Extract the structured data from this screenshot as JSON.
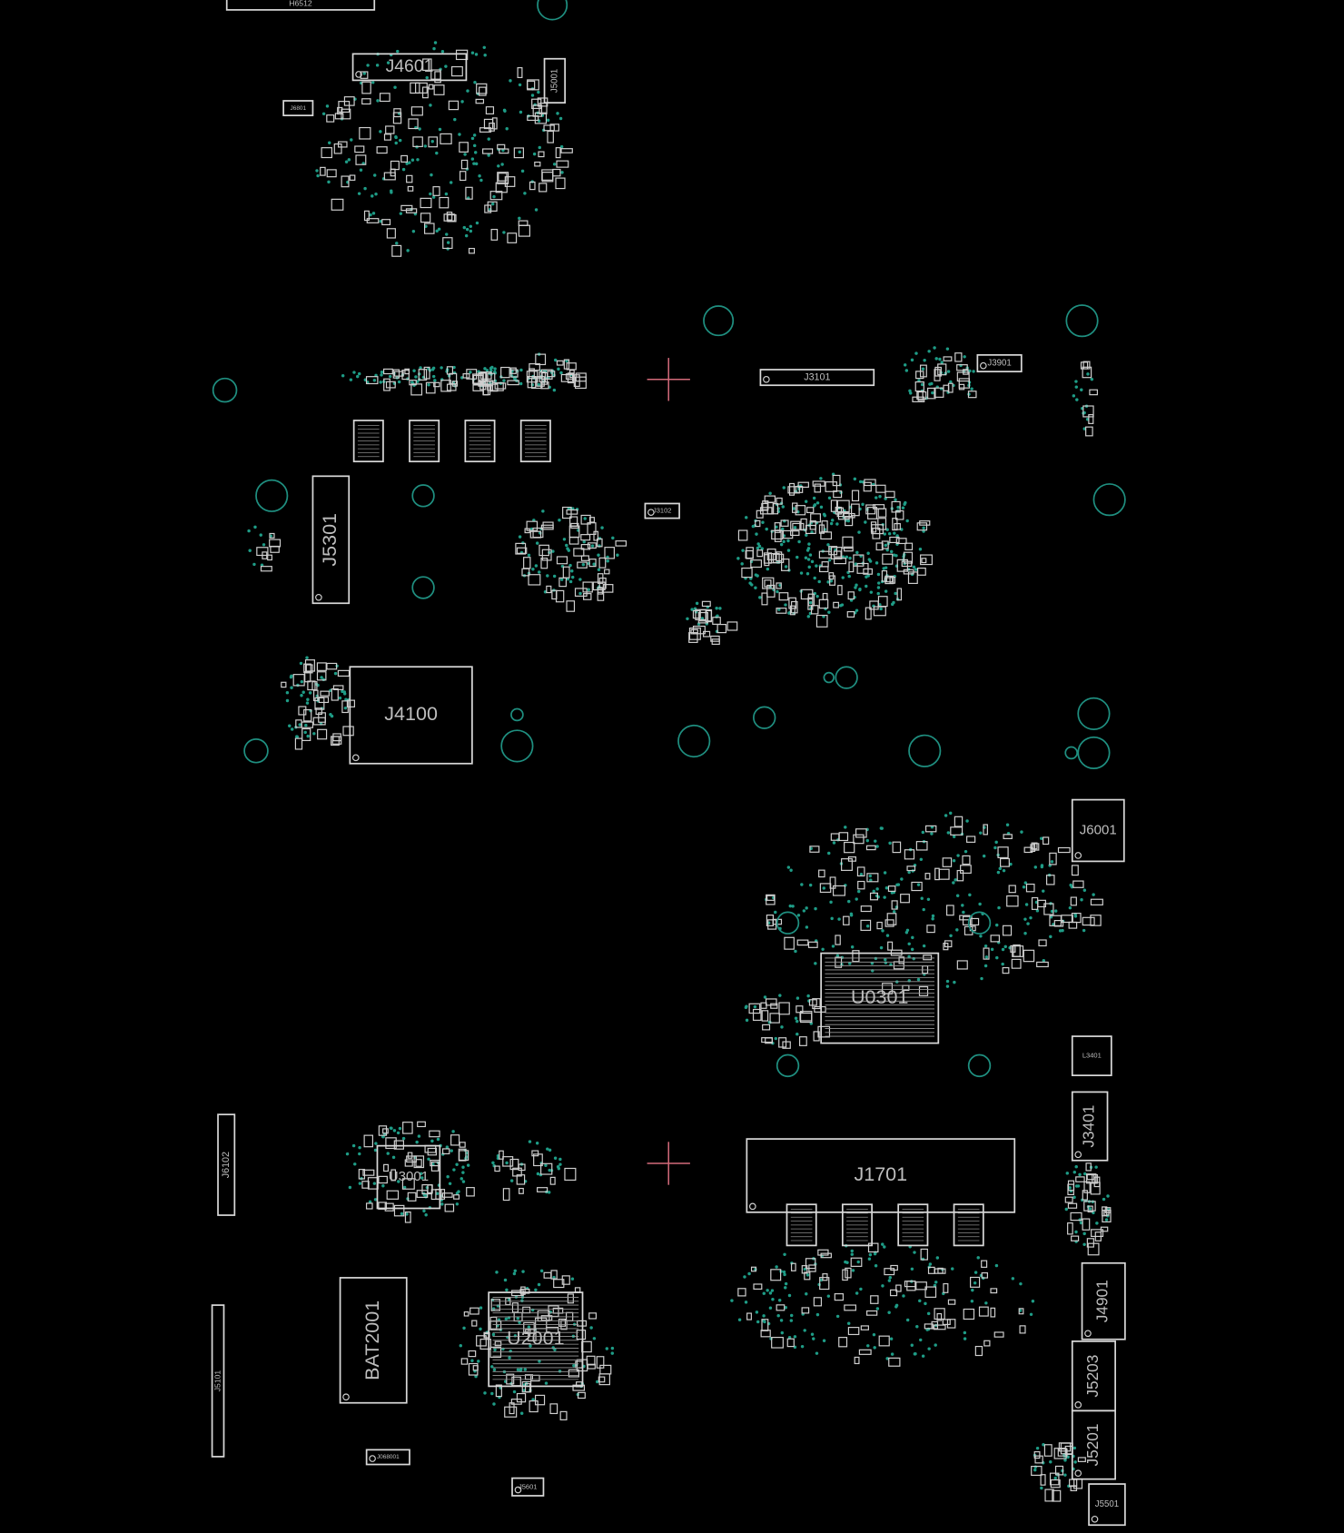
{
  "board": {
    "title": "PCB boardview",
    "colors": {
      "background": "#000000",
      "outline": "#d8d8d8",
      "pad": "#1e9c86",
      "hole": "#1f8f80",
      "crosshair": "#d46a7a"
    },
    "components": [
      {
        "ref": "H6512",
        "kind": "connector"
      },
      {
        "ref": "J4601",
        "kind": "connector"
      },
      {
        "ref": "J6801",
        "kind": "connector"
      },
      {
        "ref": "J5001",
        "kind": "connector"
      },
      {
        "ref": "J3101",
        "kind": "connector"
      },
      {
        "ref": "J3901",
        "kind": "connector"
      },
      {
        "ref": "J5301",
        "kind": "connector"
      },
      {
        "ref": "J3102",
        "kind": "connector"
      },
      {
        "ref": "J4100",
        "kind": "connector"
      },
      {
        "ref": "J6001",
        "kind": "connector"
      },
      {
        "ref": "U0301",
        "kind": "bga"
      },
      {
        "ref": "L3401",
        "kind": "inductor"
      },
      {
        "ref": "J3401",
        "kind": "connector"
      },
      {
        "ref": "J1701",
        "kind": "connector"
      },
      {
        "ref": "U3001",
        "kind": "ic"
      },
      {
        "ref": "U2001",
        "kind": "bga"
      },
      {
        "ref": "BAT2001",
        "kind": "battery"
      },
      {
        "ref": "J4901",
        "kind": "connector"
      },
      {
        "ref": "J5203",
        "kind": "connector"
      },
      {
        "ref": "J5201",
        "kind": "connector"
      },
      {
        "ref": "J5501",
        "kind": "connector"
      },
      {
        "ref": "J5601",
        "kind": "connector"
      },
      {
        "ref": "J6102",
        "kind": "connector"
      },
      {
        "ref": "J5101",
        "kind": "connector"
      },
      {
        "ref": "J068001",
        "kind": "connector"
      }
    ]
  }
}
